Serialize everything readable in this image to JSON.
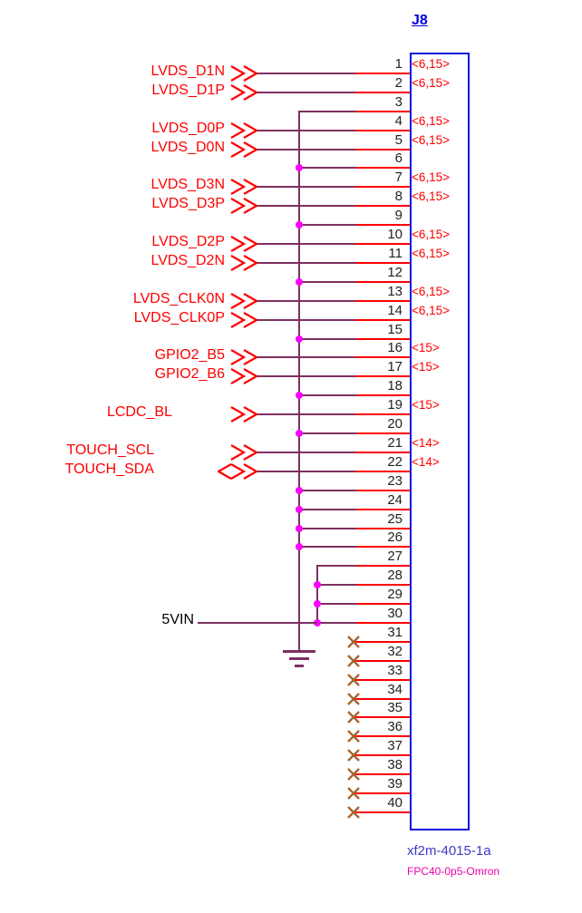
{
  "connector": {
    "refdes": "J8",
    "pin_count": 40
  },
  "footer": {
    "part_number": "xf2m-4015-1a",
    "footprint": "FPC40-0p5-Omron"
  },
  "power_net": {
    "name": "5VIN"
  },
  "colors": {
    "background": "#ffffff",
    "wire": "#7d3060",
    "pin": "#ff0000",
    "net_label": "#ff0000",
    "port_label": "#ff0000",
    "pin_number": "#222222",
    "connector_outline": "#1010dc",
    "refdes": "#0000e0",
    "junction": "#ff00ff",
    "no_connect": "#a6652e",
    "power_label": "#000000",
    "part_number": "#3c3cc4",
    "footprint": "#ee00aa"
  },
  "pins": [
    {
      "number": 1,
      "signal": "LVDS_D1N",
      "port": "<6,15>",
      "net": "signal",
      "dir": "out"
    },
    {
      "number": 2,
      "signal": "LVDS_D1P",
      "port": "<6,15>",
      "net": "signal",
      "dir": "out"
    },
    {
      "number": 3,
      "net": "gnd"
    },
    {
      "number": 4,
      "signal": "LVDS_D0P",
      "port": "<6,15>",
      "net": "signal",
      "dir": "out"
    },
    {
      "number": 5,
      "signal": "LVDS_D0N",
      "port": "<6,15>",
      "net": "signal",
      "dir": "out"
    },
    {
      "number": 6,
      "net": "gnd"
    },
    {
      "number": 7,
      "signal": "LVDS_D3N",
      "port": "<6,15>",
      "net": "signal",
      "dir": "out"
    },
    {
      "number": 8,
      "signal": "LVDS_D3P",
      "port": "<6,15>",
      "net": "signal",
      "dir": "out"
    },
    {
      "number": 9,
      "net": "gnd"
    },
    {
      "number": 10,
      "signal": "LVDS_D2P",
      "port": "<6,15>",
      "net": "signal",
      "dir": "out"
    },
    {
      "number": 11,
      "signal": "LVDS_D2N",
      "port": "<6,15>",
      "net": "signal",
      "dir": "out"
    },
    {
      "number": 12,
      "net": "gnd"
    },
    {
      "number": 13,
      "signal": "LVDS_CLK0N",
      "port": "<6,15>",
      "net": "signal",
      "dir": "out"
    },
    {
      "number": 14,
      "signal": "LVDS_CLK0P",
      "port": "<6,15>",
      "net": "signal",
      "dir": "out"
    },
    {
      "number": 15,
      "net": "gnd"
    },
    {
      "number": 16,
      "signal": "GPIO2_B5",
      "port": "<15>",
      "net": "signal",
      "dir": "out"
    },
    {
      "number": 17,
      "signal": "GPIO2_B6",
      "port": "<15>",
      "net": "signal",
      "dir": "out"
    },
    {
      "number": 18,
      "net": "gnd"
    },
    {
      "number": 19,
      "signal": "LCDC_BL",
      "port": "<15>",
      "net": "signal",
      "dir": "out"
    },
    {
      "number": 20,
      "net": "gnd"
    },
    {
      "number": 21,
      "signal": "TOUCH_SCL",
      "port": "<14>",
      "net": "signal",
      "dir": "out"
    },
    {
      "number": 22,
      "signal": "TOUCH_SDA",
      "port": "<14>",
      "net": "signal",
      "dir": "bidir"
    },
    {
      "number": 23,
      "net": "gnd"
    },
    {
      "number": 24,
      "net": "gnd"
    },
    {
      "number": 25,
      "net": "gnd"
    },
    {
      "number": 26,
      "net": "gnd"
    },
    {
      "number": 27,
      "net": "pwr"
    },
    {
      "number": 28,
      "net": "pwr"
    },
    {
      "number": 29,
      "net": "pwr"
    },
    {
      "number": 30,
      "net": "pwr"
    },
    {
      "number": 31,
      "net": "nc"
    },
    {
      "number": 32,
      "net": "nc"
    },
    {
      "number": 33,
      "net": "nc"
    },
    {
      "number": 34,
      "net": "nc"
    },
    {
      "number": 35,
      "net": "nc"
    },
    {
      "number": 36,
      "net": "nc"
    },
    {
      "number": 37,
      "net": "nc"
    },
    {
      "number": 38,
      "net": "nc"
    },
    {
      "number": 39,
      "net": "nc"
    },
    {
      "number": 40,
      "net": "nc"
    }
  ]
}
